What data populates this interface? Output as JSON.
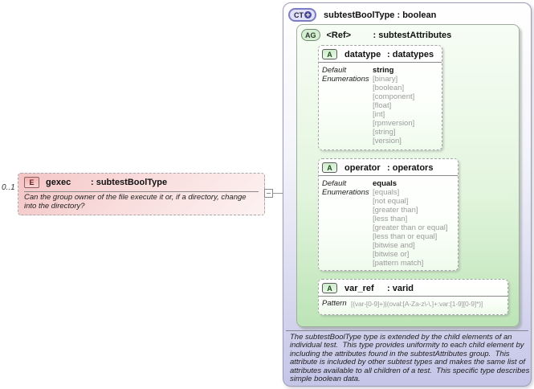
{
  "element": {
    "cardinality": "0..1",
    "badge": "E",
    "name": "gexec",
    "type_part": ": subtestBoolType",
    "annotation": "Can the group owner of the file execute it or, if a directory, change into the directory?"
  },
  "ct": {
    "badge": "CT",
    "title": "subtestBoolType : boolean",
    "annotation": "The subtestBoolType type is extended by the child elements of an individual test.  This type provides uniformity to each child element by including the attributes found in the subtestAttributes group.  This attribute is included by other subtest types and makes the same list of attributes available to all children of a test.  This specific type describes simple boolean data.",
    "ag": {
      "badge": "AG",
      "name": "<Ref>",
      "type_part": ": subtestAttributes",
      "attributes": [
        {
          "badge": "A",
          "name": "datatype",
          "type_part": ": datatypes",
          "default_label": "Default",
          "default_value": "string",
          "enum_label": "Enumerations",
          "enumerations": [
            "[binary]",
            "[boolean]",
            "[component]",
            "[float]",
            "[int]",
            "[rpmversion]",
            "[string]",
            "[version]"
          ]
        },
        {
          "badge": "A",
          "name": "operator",
          "type_part": ": operators",
          "default_label": "Default",
          "default_value": "equals",
          "enum_label": "Enumerations",
          "enumerations": [
            "[equals]",
            "[not equal]",
            "[greater than]",
            "[less than]",
            "[greater than or equal]",
            "[less than or equal]",
            "[bitwise and]",
            "[bitwise or]",
            "[pattern match]"
          ]
        },
        {
          "badge": "A",
          "name": "var_ref",
          "type_part": ": varid",
          "pattern_label": "Pattern",
          "pattern_value": "[(var-[0-9]+)|(oval:[A-Za-z\\-\\.]+:var:[1-9][0-9]*)]"
        }
      ]
    }
  },
  "colors": {
    "element_pink": "#f4c5c5",
    "group_green": "#bce4b6",
    "type_lavender": "#c5c5e8",
    "enum_gray": "#9b9b9b"
  }
}
